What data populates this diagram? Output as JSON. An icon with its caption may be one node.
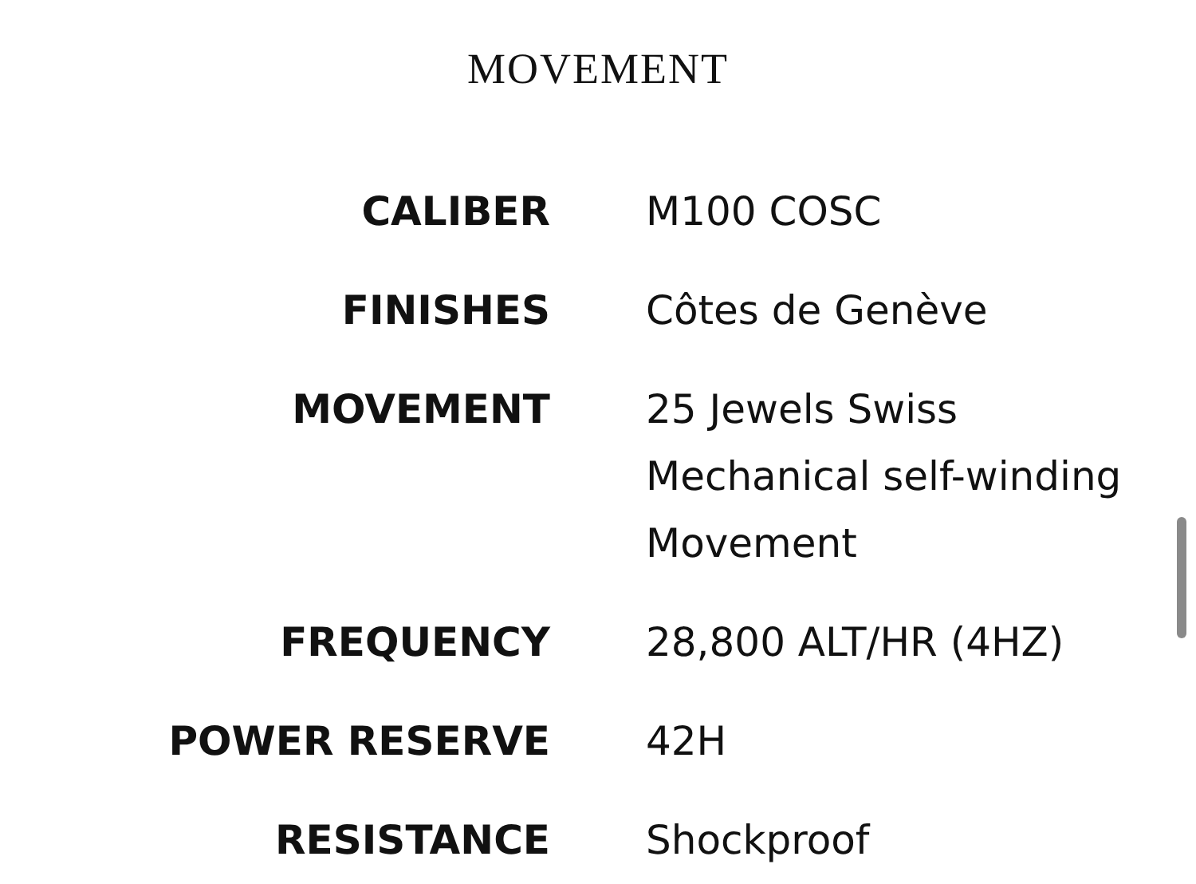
{
  "diagram": {
    "title": "MOVEMENT",
    "labels": [
      "CALIBER",
      "M100 COSC",
      "FINISHES",
      "Côtes de Genève",
      "MOVEMENT",
      "25 Jewels Swiss Mechanical self-winding Movement",
      "FREQUENCY",
      "28,800 ALT/HR (4HZ)",
      "POWER RESERVE",
      "42H",
      "RESISTANCE",
      "Shockproof"
    ]
  }
}
